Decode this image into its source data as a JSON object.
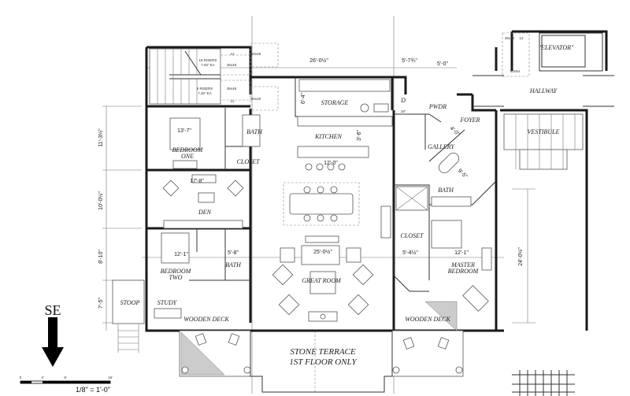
{
  "rooms": {
    "storage": "STORAGE",
    "kitchen": "KITCHEN",
    "pantry_d": "D",
    "pwdr": "PWDR",
    "foyer": "FOYER",
    "gallery": "GALLERY",
    "master_bath": "BATH",
    "elevator": "\"ELEVATOR\"",
    "hallway": "HALLWAY",
    "vestibule": "VESTIBULE",
    "bedroom_one": [
      "BEDROOM",
      "ONE"
    ],
    "bath_one": "BATH",
    "closet_one": "CLOSET",
    "den": "DEN",
    "bedroom_two": [
      "BEDROOM",
      "TWO"
    ],
    "bath_two": "BATH",
    "stoop": "STOOP",
    "study": "STUDY",
    "wooden_deck_left": "WOODEN DECK",
    "wooden_deck_right": "WOODEN DECK",
    "great_room": "GREAT ROOM",
    "master_closet": "CLOSET",
    "master_bedroom": [
      "MASTER",
      "BEDROOM"
    ],
    "stone_terrace": [
      "STONE TERRACE",
      "1ST FLOOR ONLY"
    ]
  },
  "dimensions": {
    "top_width": "26'-0½\"",
    "top_mid": "5'-7¾\"",
    "top_right": "5'-0\"",
    "storage_depth": "6'-4\"",
    "kitchen_depth": "3'-6\"",
    "island": "12'-0\"",
    "bedroom_one": "13'-7\"",
    "den": "17'-8\"",
    "bedroom_two": "12'-1\"",
    "bath_two": "5'-8\"",
    "great_room": "25'-0½\"",
    "master_closet": "5'-4½\"",
    "master_bedroom": "12'-1\"",
    "gallery_diag": "4'-0\"",
    "master_bath_diag": "9'-5\"",
    "vestibule_length": "24'-0½\"",
    "left_1": "11'-3½\"",
    "left_2": "10'-0½\"",
    "left_3": "8'-10\"",
    "left_4": "7'-5\"",
    "d_small": "18\""
  },
  "stair_notes": {
    "upper": [
      "16 RISERS",
      "7.60\" EA"
    ],
    "lower": [
      "9 RISERS",
      "7.30\" EA"
    ],
    "landing_a": "36x48",
    "landing_b": "36x48",
    "tread_a": "12",
    "tread_b": "12",
    "clear_a": "60x48",
    "clear_b": "60x48",
    "elev_landing": "36x48",
    "elev_tread": "12",
    "elev_clear": "60x54"
  },
  "orientation": {
    "label": "SE"
  },
  "scale": {
    "ticks": [
      "0",
      "4'",
      "8'",
      "16'"
    ],
    "label": "1/8\" = 1'-0\""
  }
}
